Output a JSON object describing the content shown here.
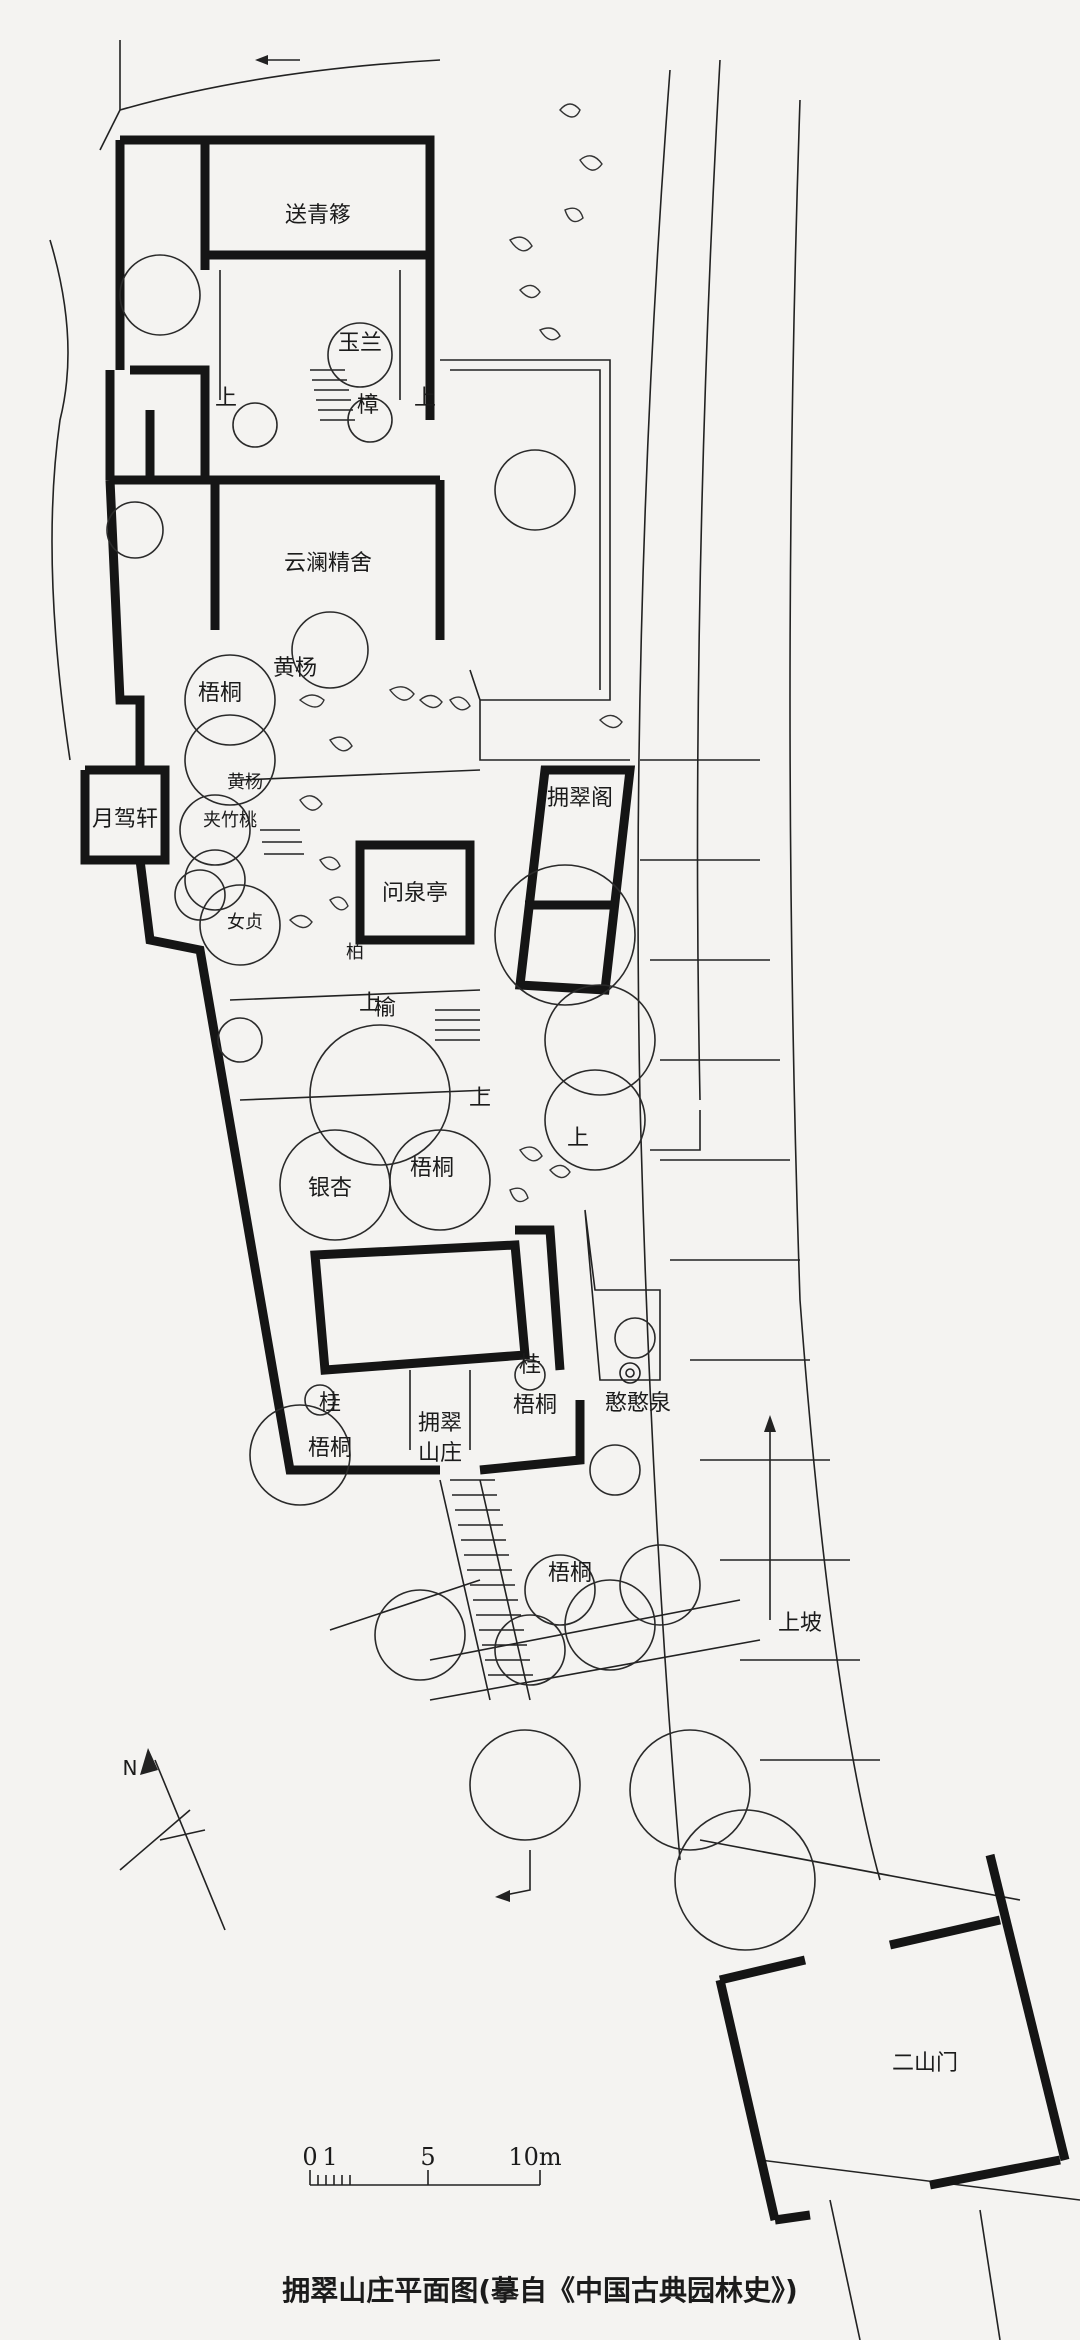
{
  "caption": "拥翠山庄平面图(摹自《中国古典园林史》)",
  "north_label": "N",
  "labels": {
    "songqingyi": "送青簃",
    "yulan": "玉兰",
    "zhang": "樟",
    "shang1": "上",
    "shang2": "上",
    "yunlan": "云澜精舍",
    "huangyang1": "黄杨",
    "wutong1": "梧桐",
    "huangyang2": "黄杨",
    "jiazhutao": "夹竹桃",
    "yuejiaxuan": "月驾轩",
    "nuzhen": "女贞",
    "wenquanting": "问泉亭",
    "bai": "柏",
    "yu": "榆",
    "shang3": "上",
    "shang4": "上",
    "yongcuige": "拥翠阁",
    "shang5": "上",
    "yinxing": "银杏",
    "wutong2": "梧桐",
    "gui1": "桂",
    "wutong3": "梧桐",
    "gui2": "桂",
    "wutong4": "梧桐",
    "yongcui_shanzhuang": "拥翠\n山庄",
    "hanhanquan": "憨憨泉",
    "wutong5": "梧桐",
    "shangpo": "上坡",
    "ershanmen": "二山门"
  },
  "scale_bar": {
    "ticks": [
      "0",
      "1",
      "5",
      "10m"
    ]
  }
}
